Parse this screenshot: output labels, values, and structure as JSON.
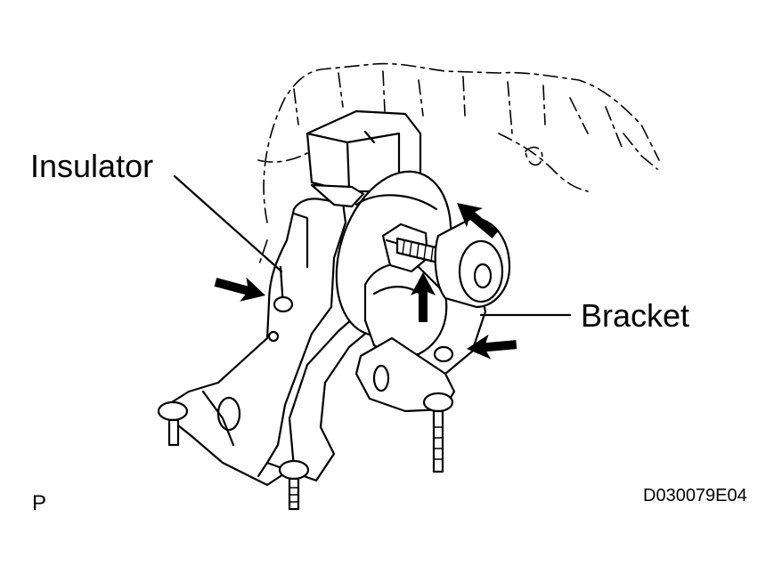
{
  "labels": {
    "insulator": "Insulator",
    "bracket": "Bracket",
    "page_mark": "P",
    "figure_code": "D030079E04"
  },
  "colors": {
    "ink": "#000000",
    "paper": "#ffffff"
  },
  "icons": [
    "arrow-icon"
  ]
}
